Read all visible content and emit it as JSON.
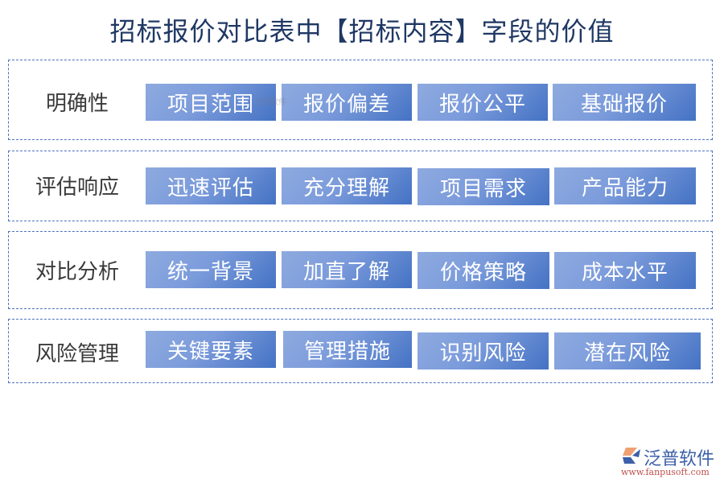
{
  "title": "招标报价对比表中【招标内容】字段的价值",
  "groups": [
    {
      "label": "明确性",
      "items": [
        "项目范围",
        "报价偏差",
        "报价公平",
        "基础报价"
      ]
    },
    {
      "label": "评估响应",
      "items": [
        "迅速评估",
        "充分理解",
        "项目需求",
        "产品能力"
      ]
    },
    {
      "label": "对比分析",
      "items": [
        "统一背景",
        "加直了解",
        "价格策略",
        "成本水平"
      ]
    },
    {
      "label": "风险管理",
      "items": [
        "关键要素",
        "管理措施",
        "识别风险",
        "潜在风险"
      ]
    }
  ],
  "watermark": "泛普软件",
  "logo": {
    "name": "泛普软件",
    "url": "www.fanpusoft.com"
  },
  "colors": {
    "title": "#1f3864",
    "border": "#4a72c4",
    "chip_start": "#8eaadf",
    "chip_end": "#4472c4"
  }
}
